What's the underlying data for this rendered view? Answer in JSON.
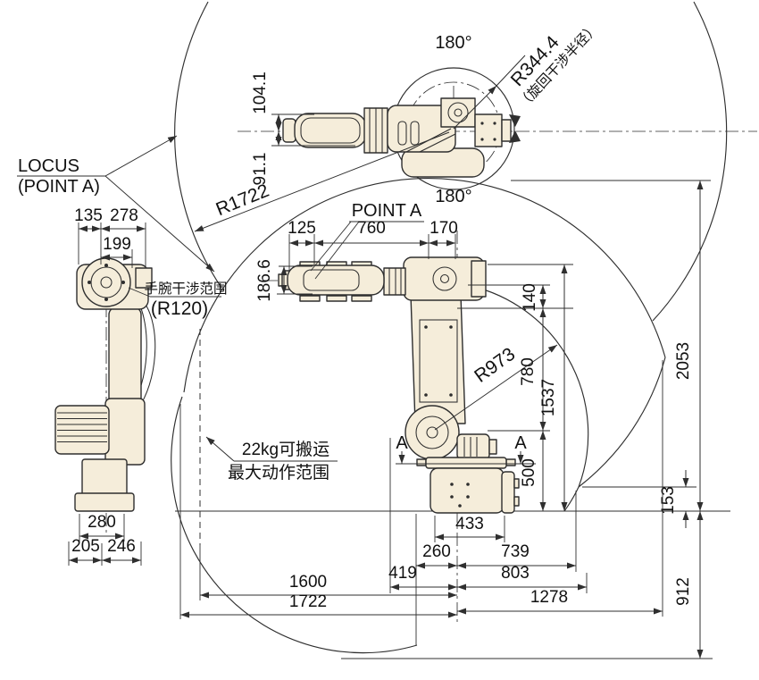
{
  "style": {
    "background": "#ffffff",
    "line_color": "#2f2f2f",
    "robot_fill": "#f5edda",
    "text_color": "#111111"
  },
  "top_view": {
    "angle_top": "180°",
    "angle_bottom": "180°",
    "swing_radius_label": "R344.4",
    "swing_radius_note": "（旋回干涉半径）",
    "locus_radius_label": "R1722",
    "locus_label_line1": "LOCUS",
    "locus_label_line2": "(POINT A)",
    "dims": {
      "wrist_top": "104.1",
      "wrist_bottom": "91.1"
    }
  },
  "side_view": {
    "wrist_note_line1": "手腕干涉范围",
    "wrist_note_line2": "(R120)",
    "dims": {
      "d135": "135",
      "d278": "278",
      "d199": "199",
      "d280": "280",
      "d205": "205",
      "d246": "246"
    }
  },
  "front_view": {
    "point_a_label": "POINT A",
    "payload_note_line1": "22kg可搬运",
    "payload_note_line2": "最大动作范围",
    "arm_radius_label": "R973",
    "section_marker_left": "A",
    "section_marker_right": "A",
    "dims": {
      "d125": "125",
      "d760": "760",
      "d170": "170",
      "d186_6": "186.6",
      "d140": "140",
      "d780": "780",
      "d500": "500",
      "d1537": "1537",
      "d2053": "2053",
      "d153": "153",
      "d912": "912",
      "d433": "433",
      "d260": "260",
      "d739": "739",
      "d419": "419",
      "d803": "803",
      "d1278": "1278",
      "d1600": "1600",
      "d1722": "1722"
    }
  }
}
